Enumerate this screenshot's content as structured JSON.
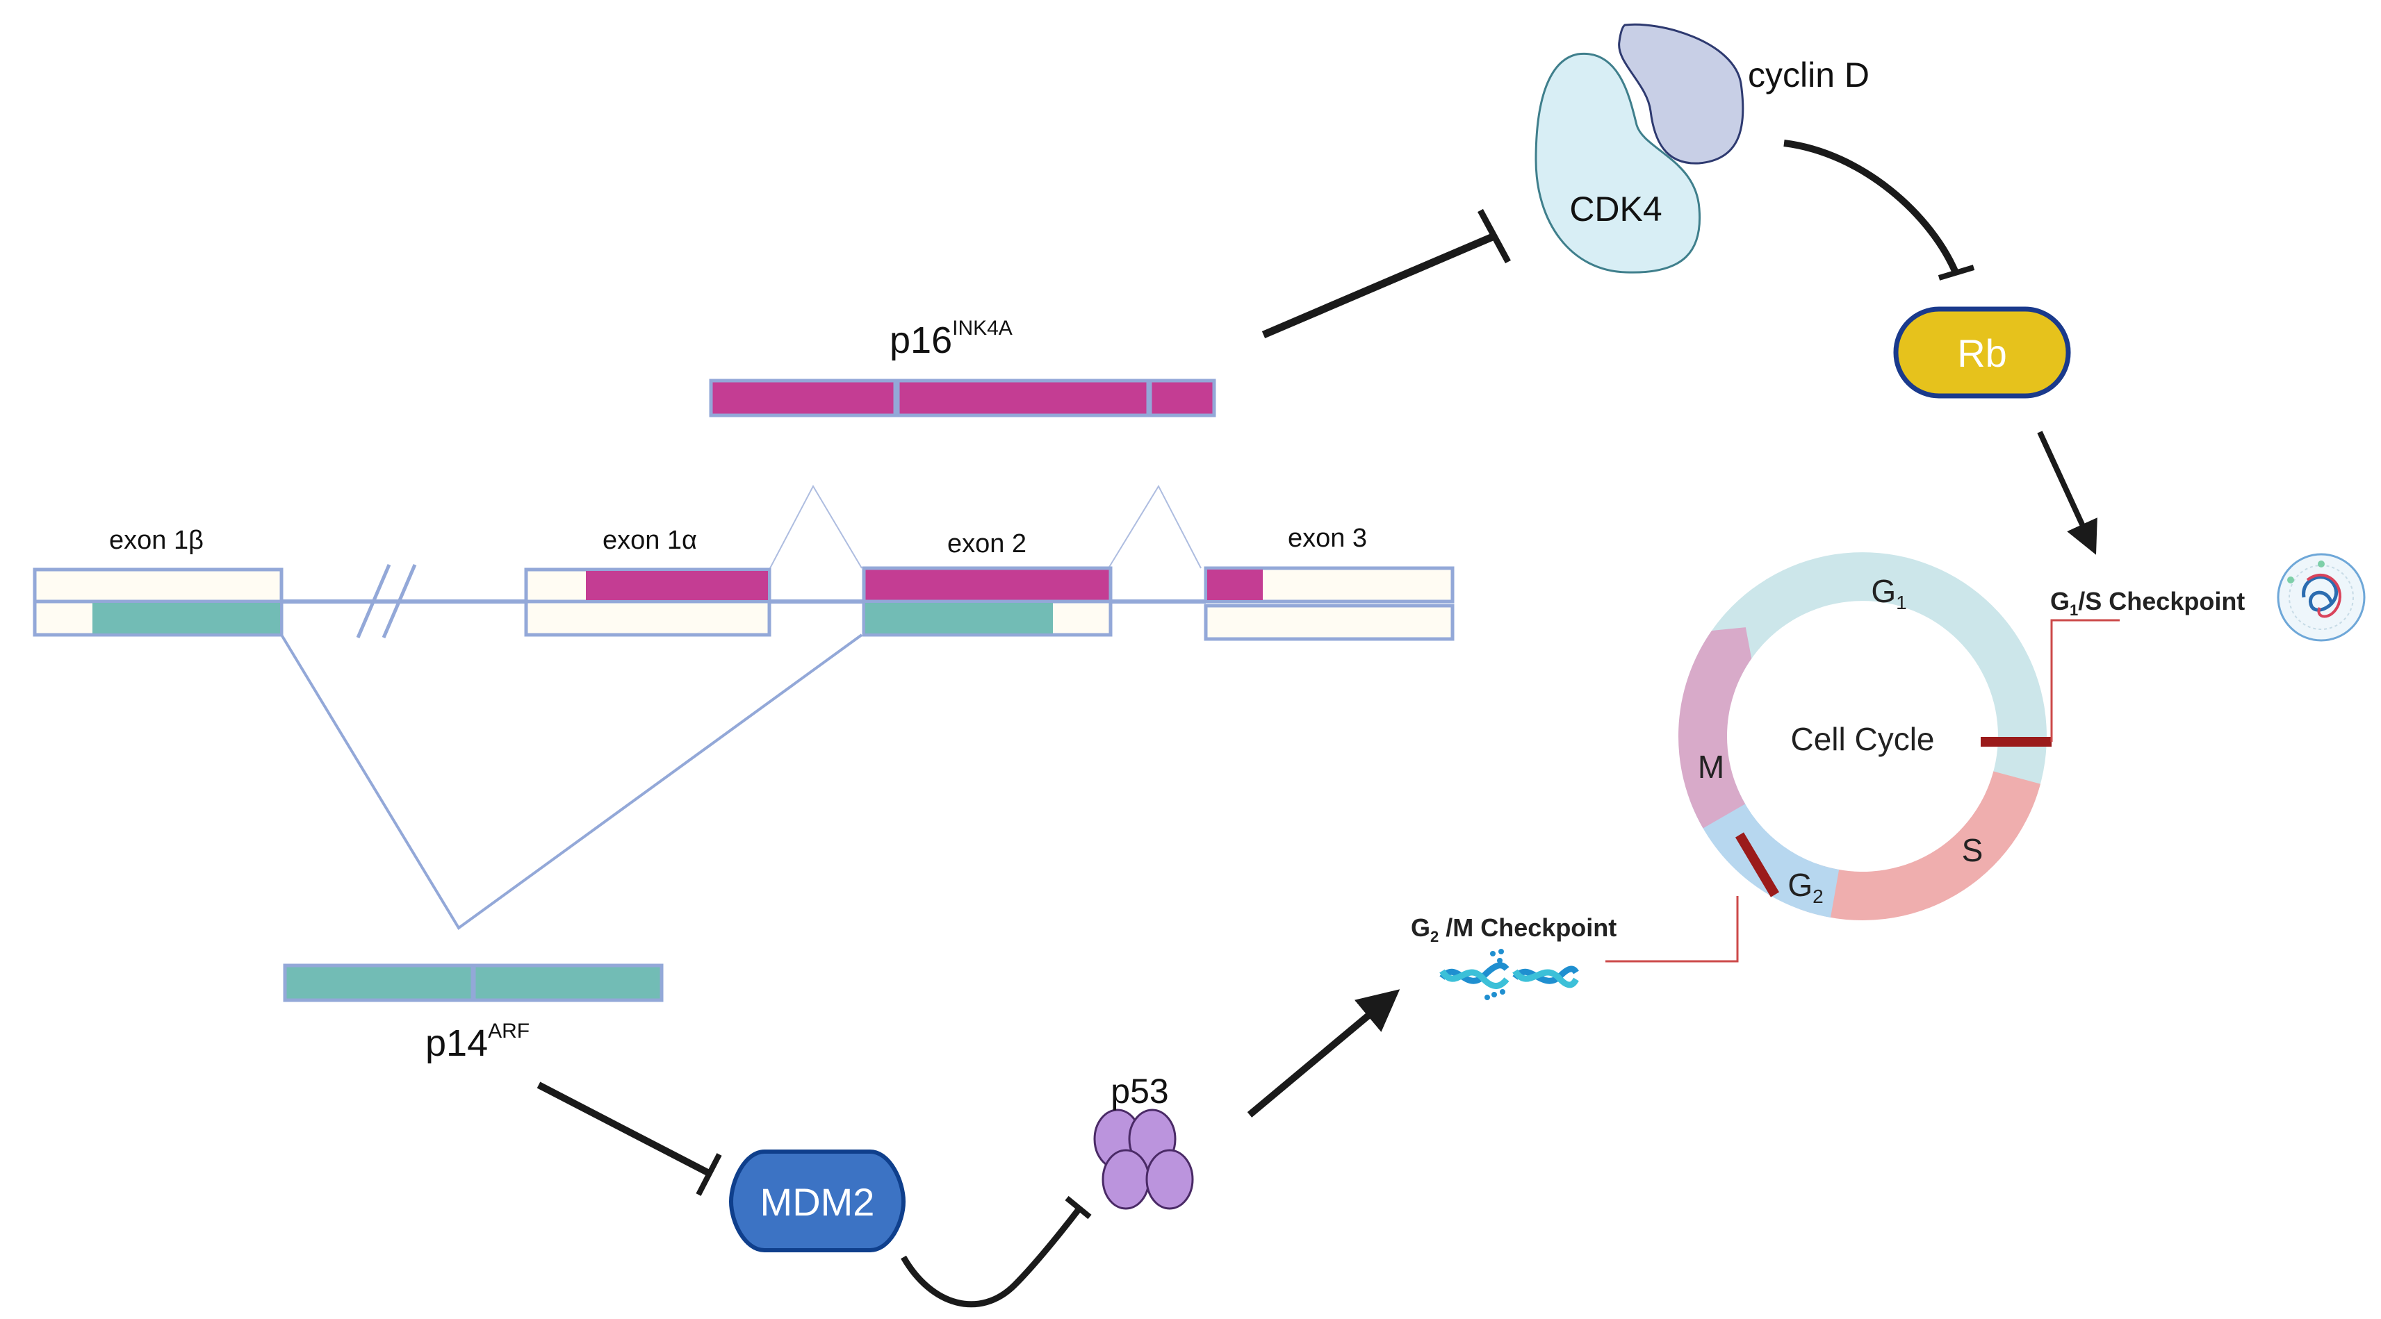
{
  "gene_structure": {
    "exons": [
      {
        "id": "exon-1b",
        "label": "exon 1β"
      },
      {
        "id": "exon-1a",
        "label": "exon 1α"
      },
      {
        "id": "exon-2",
        "label": "exon 2"
      },
      {
        "id": "exon-3",
        "label": "exon 3"
      }
    ],
    "transcripts": {
      "p16": {
        "base": "p16",
        "sup": "INK4A",
        "color": "#c43d93"
      },
      "p14": {
        "base": "p14",
        "sup": "ARF",
        "color": "#72bcb5"
      }
    },
    "colors": {
      "exon_outline": "#93a8d8",
      "utr_fill": "#fffcf3"
    }
  },
  "proteins": {
    "cdk4": {
      "label": "CDK4",
      "color": "#d8eef5",
      "stroke": "#3f7f8c"
    },
    "cyclin_d": {
      "label": "cyclin D",
      "color": "#c8cfe6",
      "stroke": "#2e3a70"
    },
    "rb": {
      "label": "Rb",
      "color": "#e6c21c",
      "stroke": "#1a3a8c"
    },
    "mdm2": {
      "label": "MDM2",
      "color": "#3c73c4",
      "stroke": "#0f3f8c"
    },
    "p53": {
      "label": "p53",
      "color": "#bb94dd",
      "stroke": "#4a2a66"
    }
  },
  "cell_cycle": {
    "title": "Cell Cycle",
    "phases": [
      {
        "name": "G",
        "sub": "1",
        "color": "#cce6ea"
      },
      {
        "name": "S",
        "sub": "",
        "color": "#efaeae"
      },
      {
        "name": "G",
        "sub": "2",
        "color": "#b7d7ef"
      },
      {
        "name": "M",
        "sub": "",
        "color": "#d8aac9"
      }
    ],
    "checkpoints": [
      {
        "id": "g1s",
        "pre": "G",
        "sub": "1",
        "post": "/S Checkpoint"
      },
      {
        "id": "g2m",
        "pre": "G",
        "sub": "2",
        "post": " /M Checkpoint"
      }
    ],
    "checkpoint_bar_color": "#9b1b1b",
    "connector_color": "#cc4a4a"
  },
  "relations": [
    {
      "from": "p16INK4A",
      "to": "CDK4/cyclin D",
      "type": "inhibits"
    },
    {
      "from": "cyclin D",
      "to": "Rb",
      "type": "inhibits"
    },
    {
      "from": "Rb",
      "to": "G1/S Checkpoint",
      "type": "activates"
    },
    {
      "from": "p14ARF",
      "to": "MDM2",
      "type": "inhibits"
    },
    {
      "from": "MDM2",
      "to": "p53",
      "type": "inhibits"
    },
    {
      "from": "p53",
      "to": "G2/M Checkpoint",
      "type": "activates"
    }
  ],
  "icons": {
    "g1s": "cell-nucleus-icon",
    "g2m": "dna-damage-icon"
  }
}
